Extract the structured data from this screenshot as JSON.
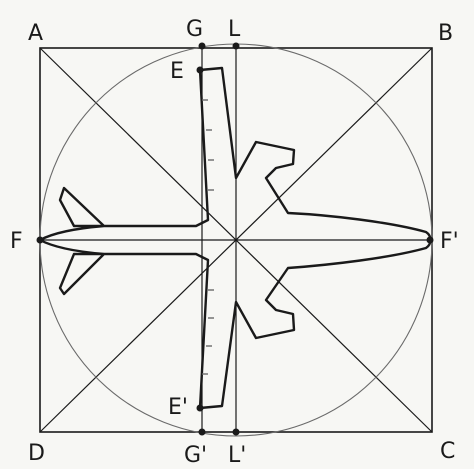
{
  "labels": {
    "A": "A",
    "B": "B",
    "C": "C",
    "D": "D",
    "G": "G",
    "L": "L",
    "G_prime": "G'",
    "L_prime": "L'",
    "E": "E",
    "E_prime": "E'",
    "F": "F",
    "F_prime": "F'"
  },
  "colors": {
    "ink": "#1a1a1a",
    "pencil": "#6a6a6a",
    "paper": "#f7f7f4"
  }
}
